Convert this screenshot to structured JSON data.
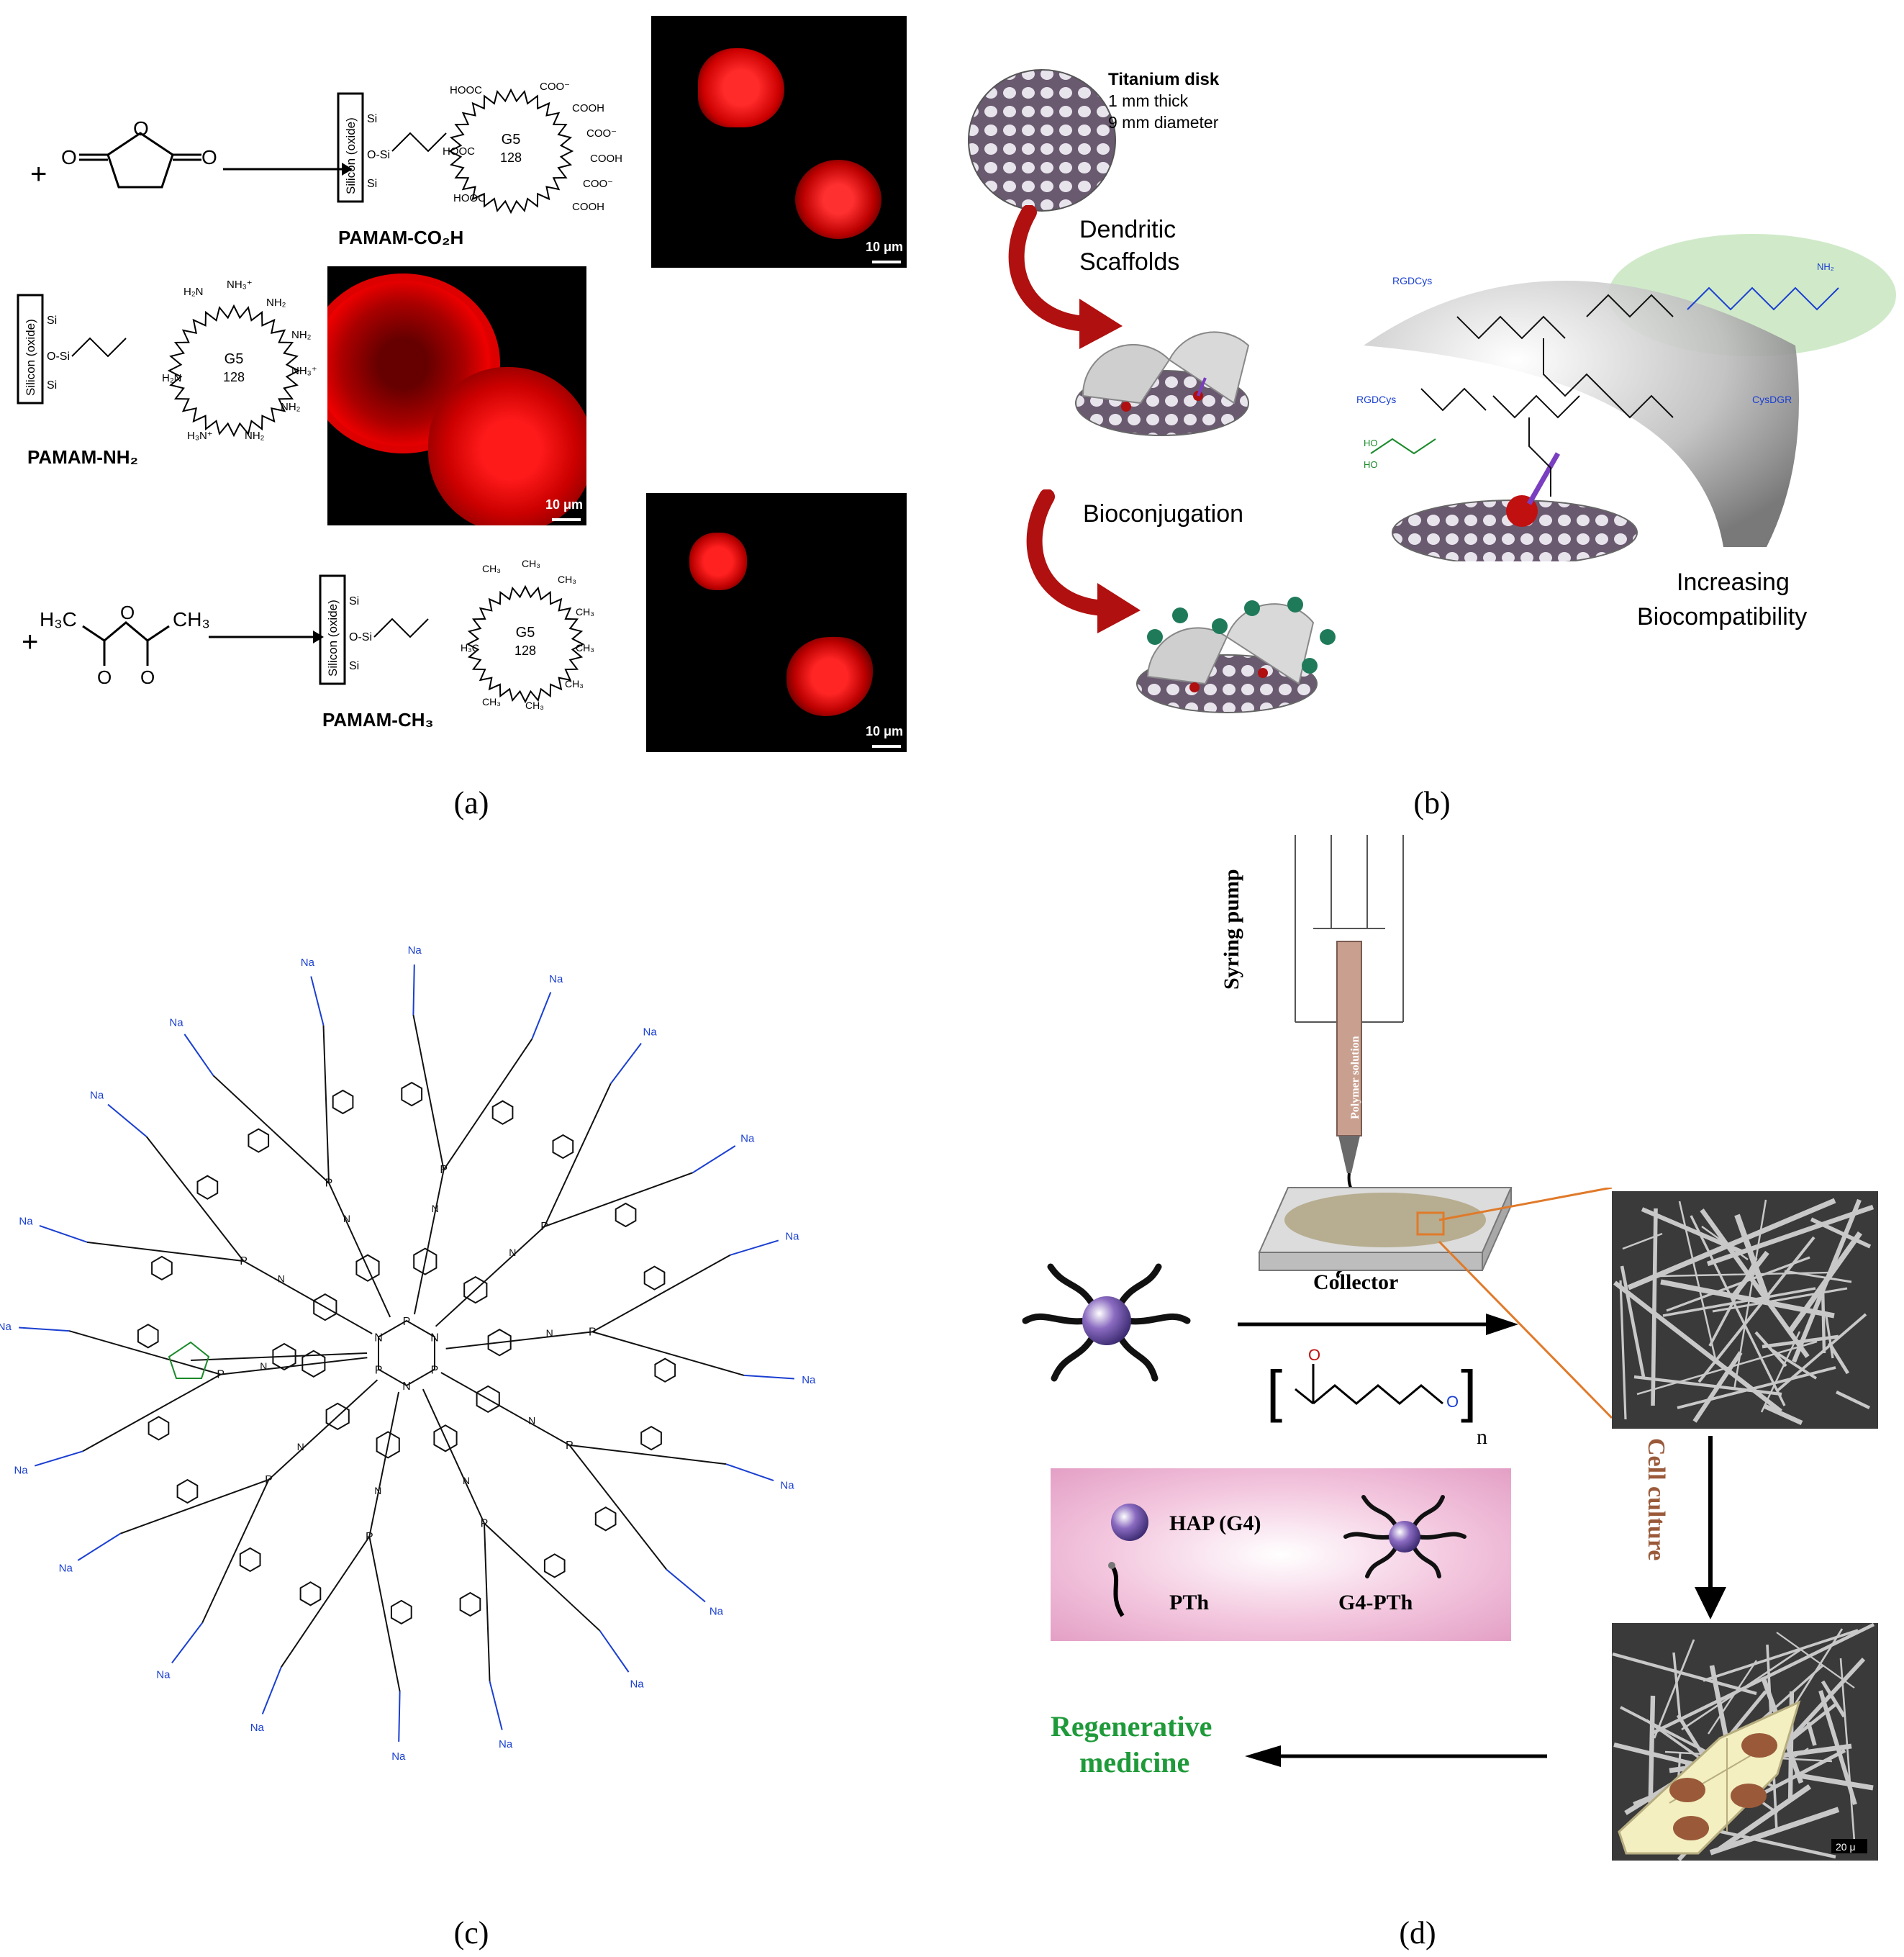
{
  "panels": {
    "a": {
      "caption": "(a)",
      "reagent_plus": "+",
      "products": [
        {
          "name": "PAMAM-CO₂H",
          "core_label": "G5",
          "core_number": "128",
          "surface": "Silicon (oxide)",
          "end_groups": [
            "HOOC",
            "COO⁻",
            "COOH",
            "COO⁻",
            "COOH",
            "COO⁻",
            "COOH",
            "HOOC",
            "HOOC"
          ]
        },
        {
          "name": "PAMAM-NH₂",
          "core_label": "G5",
          "core_number": "128",
          "surface": "Silicon (oxide)",
          "end_groups": [
            "NH₂",
            "NH₃⁺",
            "NH₂",
            "NH₂",
            "NH₃⁺",
            "NH₂",
            "NH₂",
            "H₂N",
            "H₃N⁺"
          ]
        },
        {
          "name": "PAMAM-CH₃",
          "core_label": "G5",
          "core_number": "128",
          "surface": "Silicon (oxide)",
          "end_groups": [
            "CH₃",
            "CH₃",
            "CH₃",
            "CH₃",
            "CH₃",
            "CH₃",
            "CH₃",
            "H₃C",
            "CH₃"
          ]
        }
      ],
      "reagent_ch3": {
        "left": "H₃C",
        "right": "CH₃"
      },
      "scale_labels": [
        "10 μm",
        "10 μm",
        "10 μm"
      ]
    },
    "b": {
      "caption": "(b)",
      "disk_title": "Titanium disk",
      "disk_lines": [
        "1 mm thick",
        "9 mm diameter"
      ],
      "step1": "Dendritic\nScaffolds",
      "step1_lines": [
        "Dendritic",
        "Scaffolds"
      ],
      "step2": "Bioconjugation",
      "result_lines": [
        "Increasing",
        "Biocompatibility"
      ],
      "peptide_labels": [
        "RGDCys",
        "RGDCys",
        "CysDGR"
      ]
    },
    "c": {
      "caption": "(c)",
      "na_label": "Na",
      "core_atoms": [
        "P",
        "N",
        "P",
        "N",
        "P",
        "N"
      ]
    },
    "d": {
      "caption": "(d)",
      "syringe_label": "Syring pump",
      "solution_label": "Polymer solution",
      "collector_label": "Collector",
      "polymer_subscript": "n",
      "cell_culture": "Cell culture",
      "legend": {
        "hap": "HAP (G4)",
        "pth": "PTh",
        "g4pth": "G4-PTh"
      },
      "output_lines": [
        "Regenerative",
        "medicine"
      ],
      "scale_label": "20 μ"
    },
    "colors": {
      "fluorescence": "#ff1a1a",
      "chem_blue": "#1a3fd1",
      "chem_green": "#1a8a2a",
      "arrow_red": "#b01010",
      "regen_green": "#1f9a3a",
      "cell_culture_brown": "#9a5a3a",
      "legend_pink": "#e7a5c8",
      "dendrimer_purple": "#7a5aa8"
    }
  }
}
